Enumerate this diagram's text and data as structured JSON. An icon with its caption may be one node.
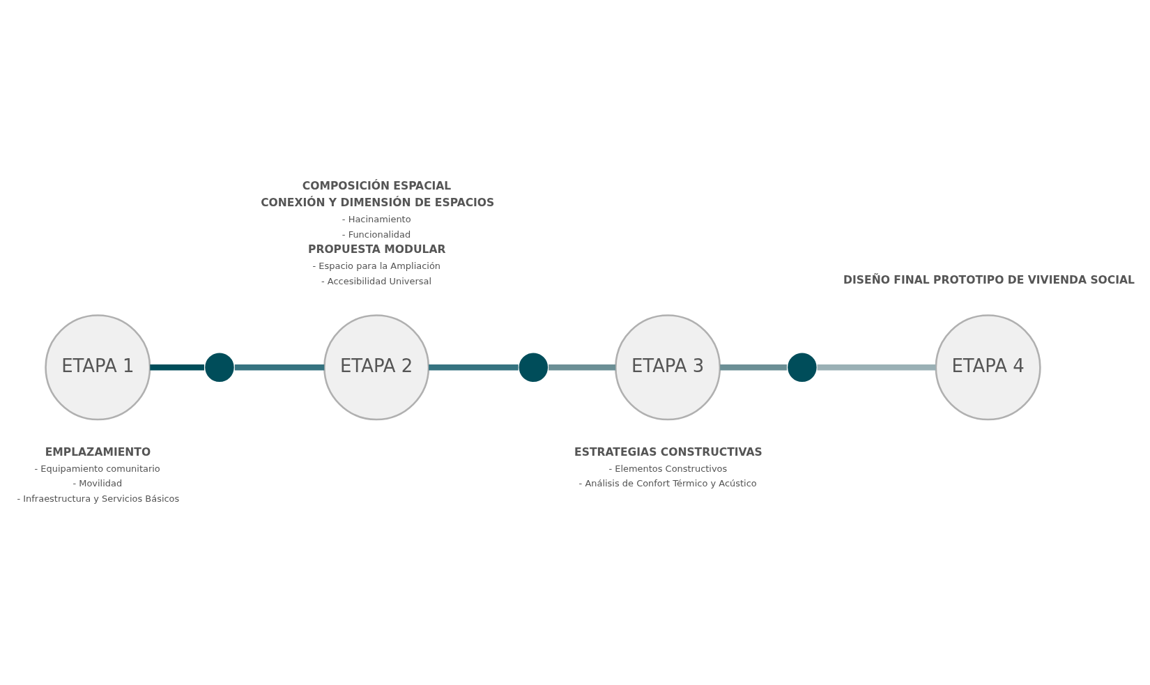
{
  "diagram": {
    "nodes": [
      {
        "text": [
          "ETAPA 1"
        ],
        "beside": [
          "EMPLAZAMIENTO",
          "- Equipamiento comunitario",
          "- Movilidad",
          "- Infraestructura y Servicios Básicos"
        ]
      },
      {
        "text": [],
        "shape": "circle"
      },
      {
        "text": [
          "ETAPA 2"
        ],
        "beside": [
          "COMPOSICIÓN ESPACIAL",
          "CONEXIÓN Y DIMENSIÓN DE ESPACIOS",
          "- Hacinamiento",
          "- Funcionalidad",
          "PROPUESTA MODULAR",
          "- Espacio para la Ampliación",
          "- Accesibilidad Universal"
        ]
      },
      {
        "text": [],
        "shape": "circle"
      },
      {
        "text": [
          "ETAPA 3"
        ],
        "beside": [
          "ESTRATEGIAS CONSTRUCTIVAS",
          "- Elementos Constructivos",
          "- Análisis de Confort Térmico y Acústico"
        ]
      },
      {
        "text": [],
        "shape": "circle"
      },
      {
        "text": [
          "ETAPA 4"
        ],
        "beside": [
          "DISEÑO FINAL PROTOTIPO DE VIVIENDA SOCIAL"
        ]
      }
    ],
    "edges": [
      {
        "from": 0,
        "to": 1,
        "arrow": "none",
        "color": "#004d5a"
      },
      {
        "from": 1,
        "to": 2,
        "arrow": "none",
        "color": "#357380"
      },
      {
        "from": 2,
        "to": 3,
        "arrow": "none",
        "color": "#357380"
      },
      {
        "from": 3,
        "to": 4,
        "arrow": "none",
        "color": "#6b8f95"
      },
      {
        "from": 4,
        "to": 5,
        "arrow": "none",
        "color": "#6b8f95"
      },
      {
        "from": 5,
        "to": 6,
        "arrow": "none",
        "color": "#9ab0b5"
      }
    ]
  }
}
